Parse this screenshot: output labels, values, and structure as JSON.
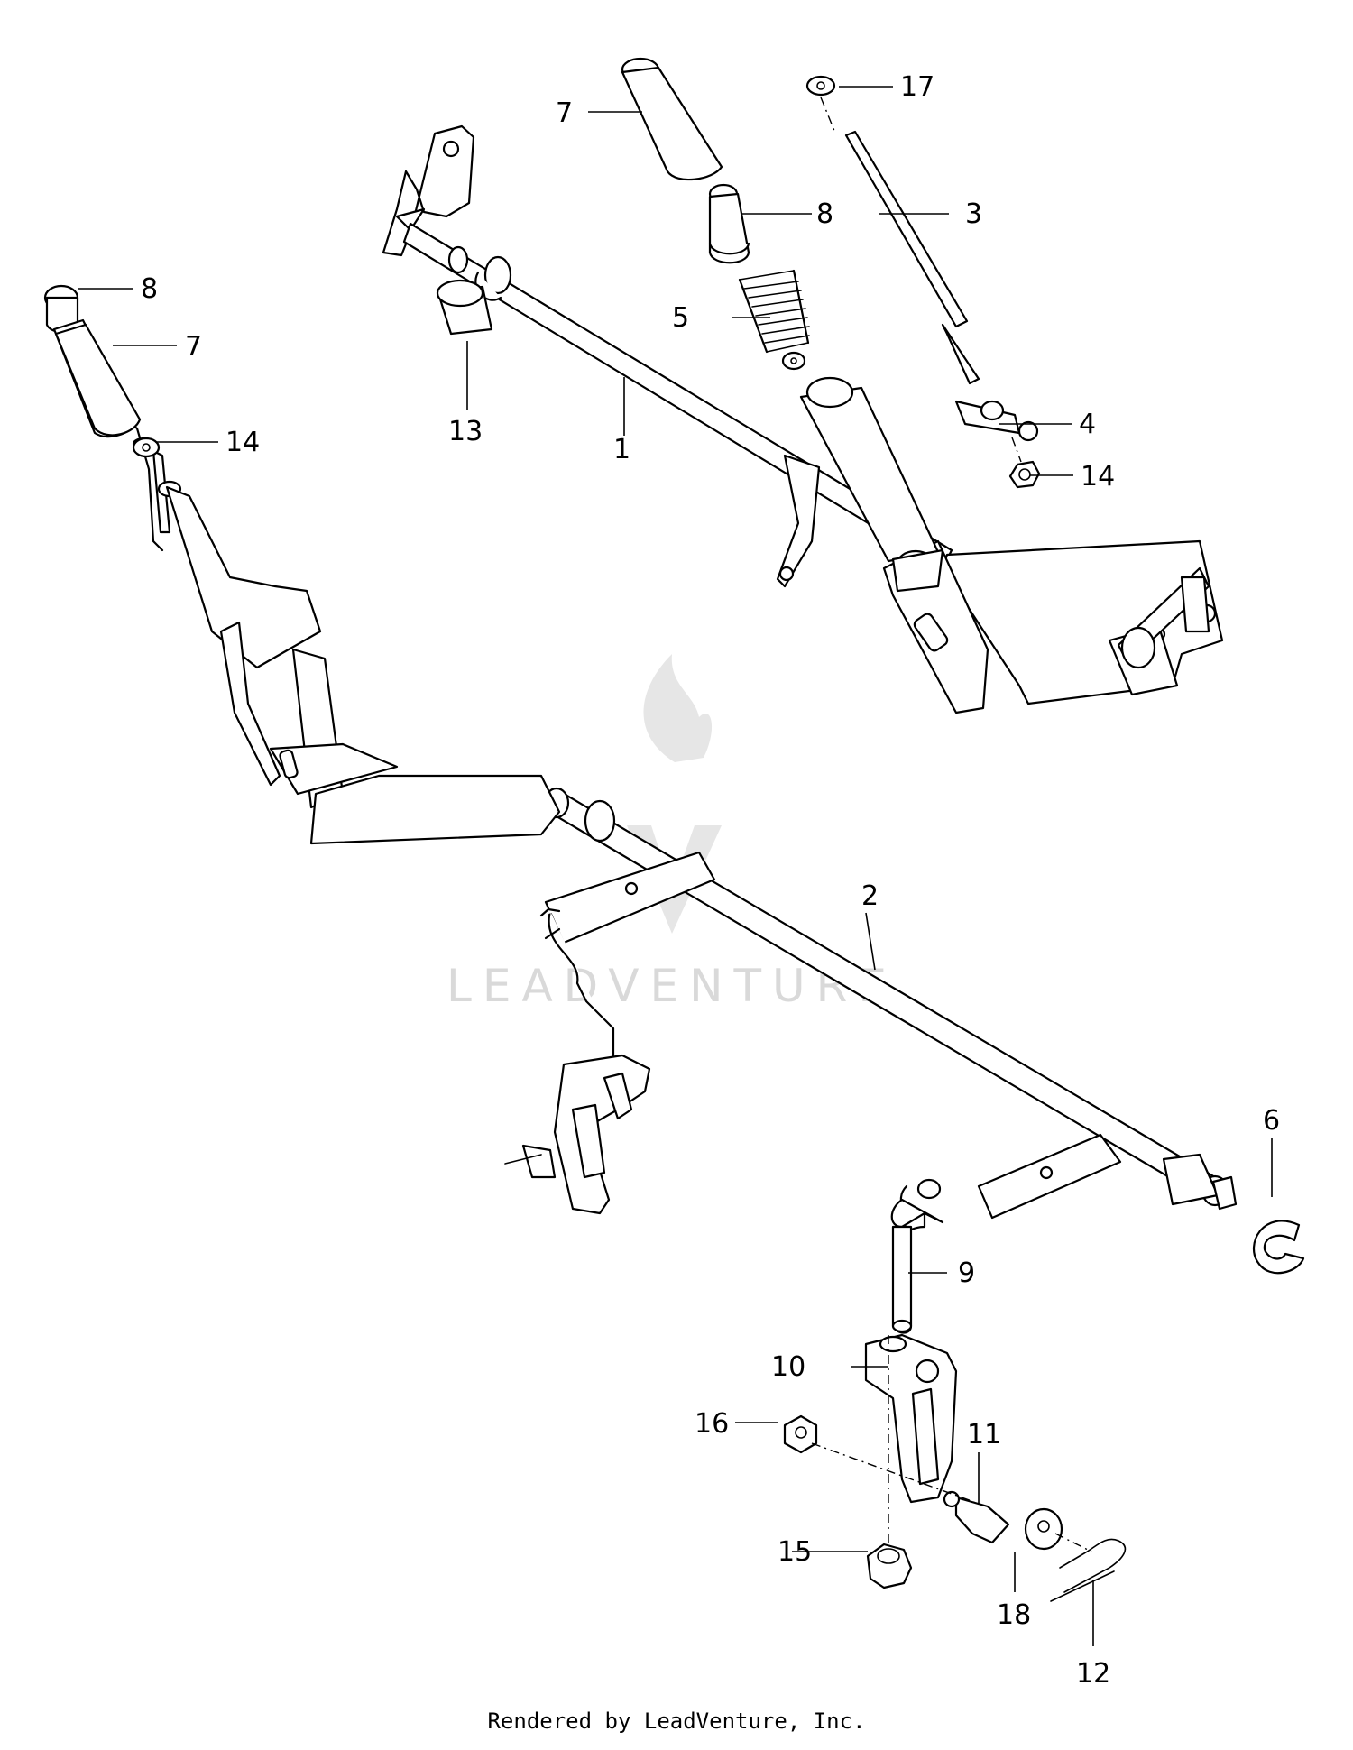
{
  "watermark": {
    "text": "LEADVENTURE"
  },
  "footer": {
    "text": "Rendered by LeadVenture, Inc."
  },
  "callouts": {
    "c1": "1",
    "c2": "2",
    "c3": "3",
    "c4": "4",
    "c5": "5",
    "c6": "6",
    "c7a": "7",
    "c7b": "7",
    "c8a": "8",
    "c8b": "8",
    "c9": "9",
    "c10": "10",
    "c11": "11",
    "c12": "12",
    "c13": "13",
    "c14a": "14",
    "c14b": "14",
    "c15": "15",
    "c16": "16",
    "c17": "17",
    "c18": "18"
  }
}
